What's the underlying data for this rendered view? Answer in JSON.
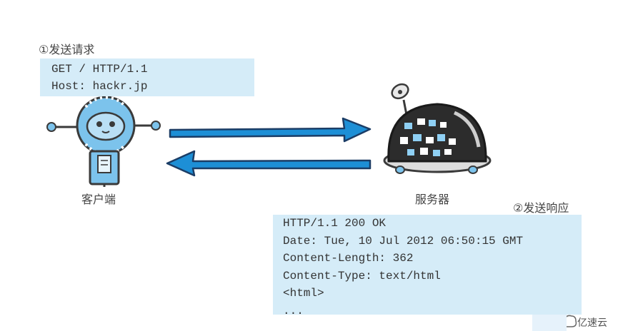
{
  "request": {
    "step_label": "①发送请求",
    "lines": [
      "GET / HTTP/1.1",
      "Host: hackr.jp"
    ]
  },
  "client": {
    "label": "客户端",
    "icon": "robot-icon"
  },
  "server": {
    "label": "服务器",
    "icon": "server-robot-icon"
  },
  "response": {
    "step_label": "②发送响应",
    "lines": [
      "HTTP/1.1 200 OK",
      "Date: Tue, 10 Jul 2012 06:50:15 GMT",
      "Content-Length: 362",
      "Content-Type: text/html",
      "<html>",
      "..."
    ]
  },
  "watermark": {
    "text": "亿速云",
    "icon": "cloud-logo-icon"
  },
  "colors": {
    "box_fill": "#d5ecf8",
    "arrow_blue": "#1d8fd6",
    "robot_blue": "#7cc3ec",
    "server_dark": "#2c2c2c"
  }
}
